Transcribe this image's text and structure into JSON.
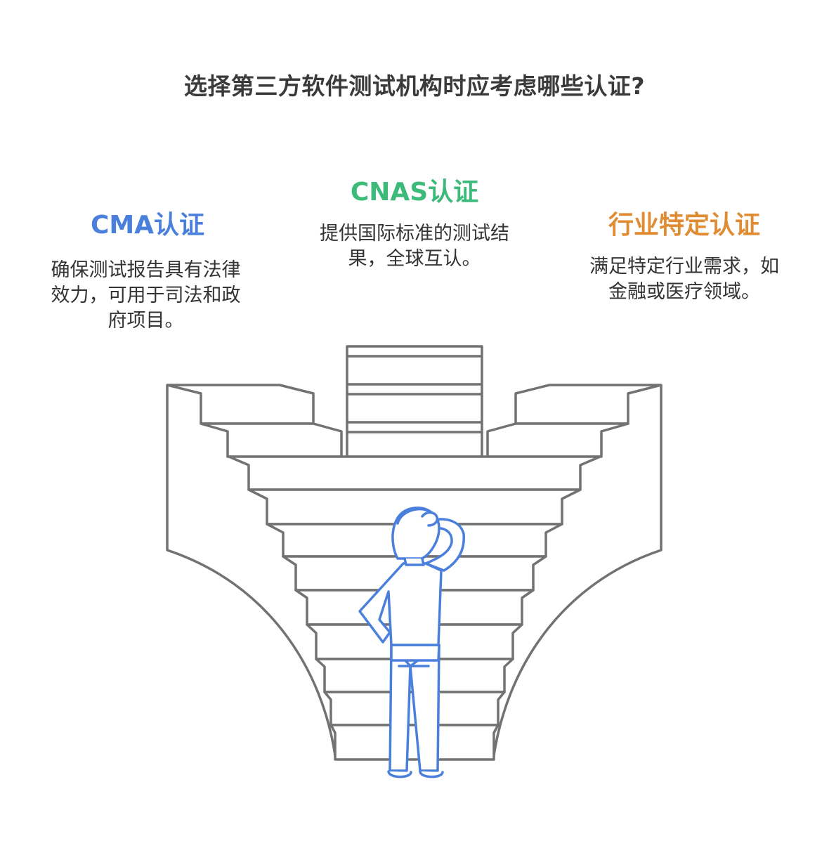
{
  "title": "选择第三方软件测试机构时应考虑哪些认证?",
  "colors": {
    "cma": "#4a80dc",
    "cnas": "#3cba7a",
    "industry": "#e08c33",
    "stairs_stroke": "#727272",
    "person_stroke": "#4a80dc"
  },
  "certifications": [
    {
      "heading": "CMA认证",
      "description_lines": [
        "确保测试报告具有法律",
        "效力，可用于司法和政",
        "府项目。"
      ]
    },
    {
      "heading": "CNAS认证",
      "description_lines": [
        "提供国际标准的测试结",
        "果，全球互认。"
      ]
    },
    {
      "heading": "行业特定认证",
      "description_lines": [
        "满足特定行业需求，如",
        "金融或医疗领域。"
      ]
    }
  ],
  "illustration": {
    "subject": "person-facing-three-staircases",
    "icons": [
      "staircase-left",
      "stack-center",
      "staircase-right",
      "thinking-person-icon"
    ]
  }
}
